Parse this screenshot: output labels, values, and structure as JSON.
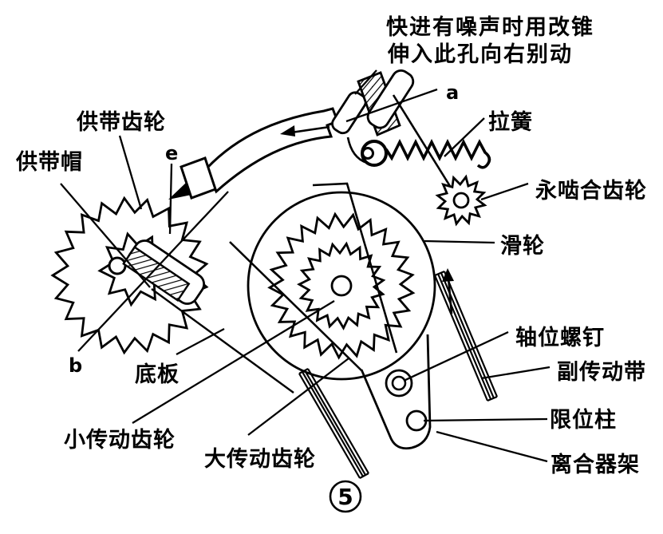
{
  "figure": {
    "number": "5",
    "ink_color": "#000000",
    "paper_color": "#ffffff"
  },
  "note": {
    "line1": "快进有噪声时用改锥",
    "line2": "伸入此孔向右别动"
  },
  "labels": {
    "supply_cap": "供带帽",
    "supply_gear": "供带齿轮",
    "point_e": "e",
    "point_a": "a",
    "point_b": "b",
    "pull_spring": "拉簧",
    "ever_meshed_gear": "永啮合齿轮",
    "pulley": "滑轮",
    "axle_screw": "轴位螺钉",
    "aux_drive_belt": "副传动带",
    "limit_post": "限位柱",
    "clutch_bracket": "离合器架",
    "base_plate": "底板",
    "small_drive_gear": "小传动齿轮",
    "large_drive_gear": "大传动齿轮"
  }
}
